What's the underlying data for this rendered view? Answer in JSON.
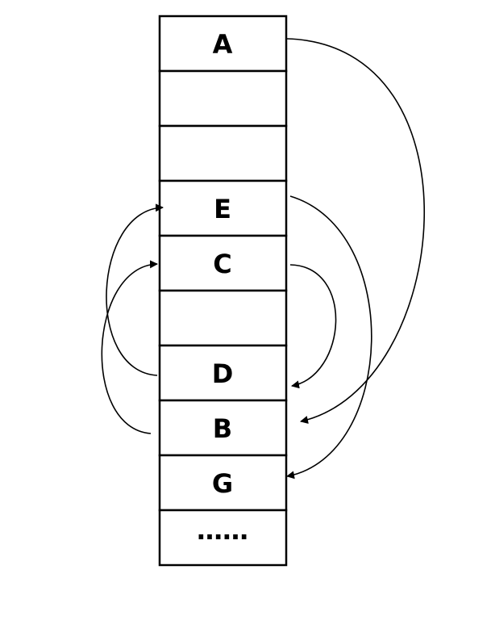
{
  "diagram": {
    "cells": [
      "A",
      "",
      "",
      "E",
      "C",
      "",
      "D",
      "B",
      "G",
      "……"
    ],
    "links": [
      {
        "from": "A",
        "to": "B"
      },
      {
        "from": "E",
        "to": "G"
      },
      {
        "from": "C",
        "to": "D"
      },
      {
        "from": "D",
        "to": "E"
      },
      {
        "from": "B",
        "to": "C"
      }
    ],
    "colors": {
      "stroke": "#000000",
      "fill": "#ffffff"
    }
  }
}
